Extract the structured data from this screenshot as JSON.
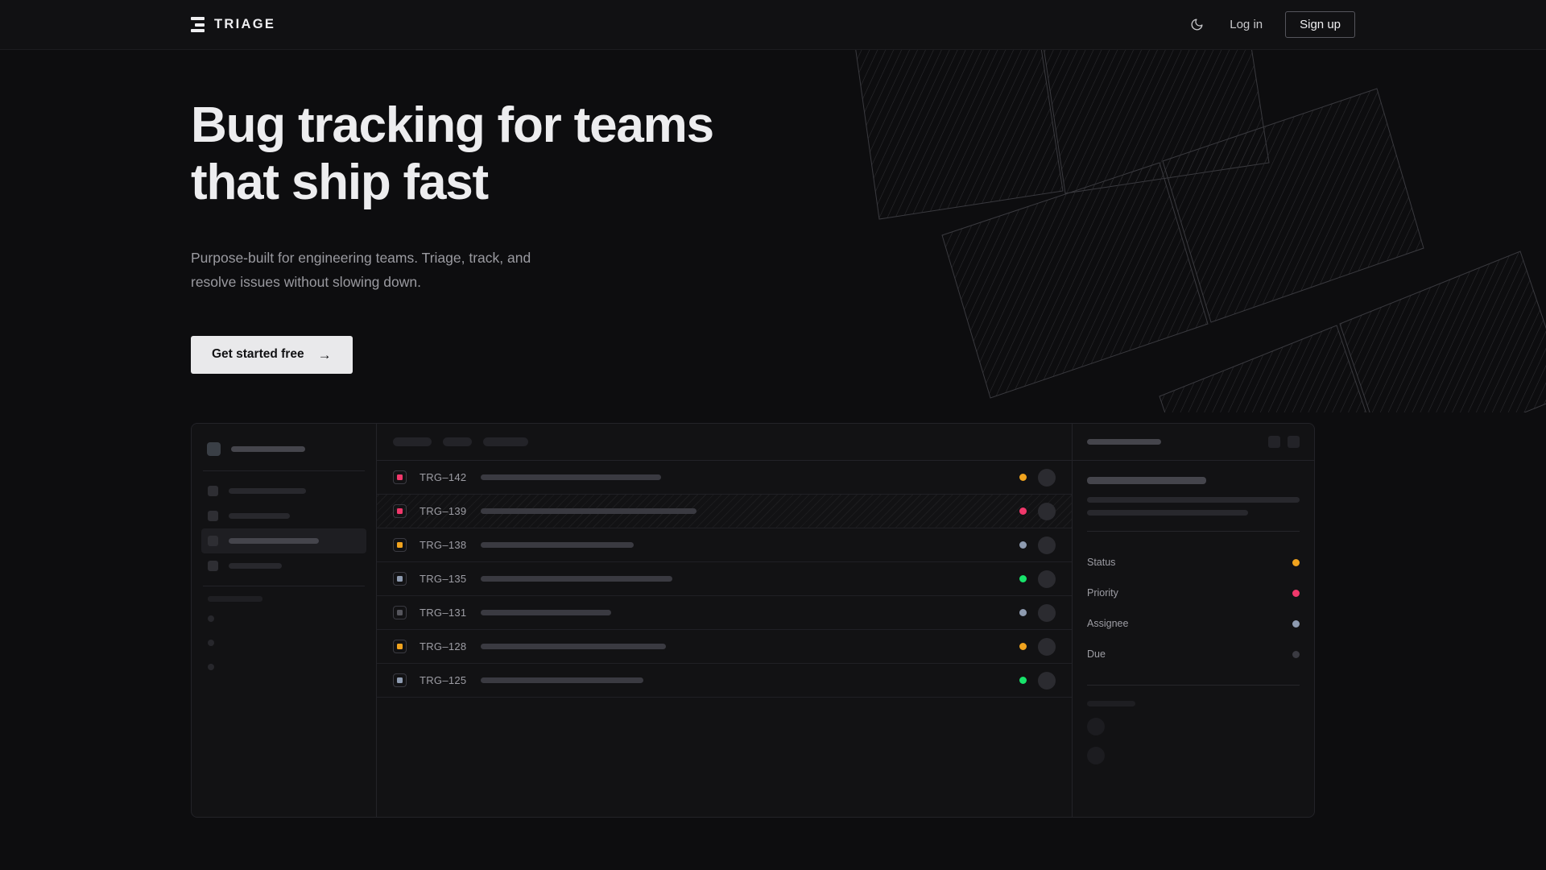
{
  "brand": {
    "name": "TRIAGE",
    "mark_icon": "stacked-bars-logo-icon"
  },
  "nav": {
    "theme_toggle_icon": "moon-icon",
    "login_label": "Log in",
    "signup_label": "Sign up"
  },
  "hero": {
    "title_line1": "Bug tracking for teams",
    "title_line2": "that ship fast",
    "subtitle": "Purpose-built for engineering teams. Triage, track, and resolve issues without slowing down.",
    "cta_label": "Get started free",
    "cta_arrow": "→"
  },
  "colors": {
    "page_bg": "#0d0d0f",
    "topbar_bg": "#111113",
    "card_bg": "#121214",
    "border": "#232328",
    "text_primary": "#ededef",
    "text_muted": "#9a9aa0",
    "cta_bg": "#e9e9eb",
    "status_orange": "#f0a31e",
    "status_pink": "#f0386b",
    "status_blue_gray": "#8e9bb0",
    "status_green": "#18e36b",
    "status_gray": "#3a3a41"
  },
  "mockup": {
    "sidebar": {
      "workspace_width": 92,
      "items": [
        {
          "width": 96,
          "active": false
        },
        {
          "width": 76,
          "active": false
        },
        {
          "width": 112,
          "active": true
        },
        {
          "width": 66,
          "active": false
        }
      ],
      "mini_items": 3
    },
    "list": {
      "toolbar_pills": [
        48,
        36,
        56
      ],
      "rows": [
        {
          "id": "TRG–142",
          "priority_color": "#f0386b",
          "title_width": 224,
          "status_color": "#f0a31e",
          "hatched": false
        },
        {
          "id": "TRG–139",
          "priority_color": "#f0386b",
          "title_width": 268,
          "status_color": "#f0386b",
          "hatched": true
        },
        {
          "id": "TRG–138",
          "priority_color": "#f0a31e",
          "title_width": 190,
          "status_color": "#8e9bb0",
          "hatched": false
        },
        {
          "id": "TRG–135",
          "priority_color": "#8e9bb0",
          "title_width": 238,
          "status_color": "#18e36b",
          "hatched": false
        },
        {
          "id": "TRG–131",
          "priority_color": "#55555c",
          "title_width": 162,
          "status_color": "#8e9bb0",
          "hatched": false
        },
        {
          "id": "TRG–128",
          "priority_color": "#f0a31e",
          "title_width": 230,
          "status_color": "#f0a31e",
          "hatched": false
        },
        {
          "id": "TRG–125",
          "priority_color": "#8e9bb0",
          "title_width": 202,
          "status_color": "#18e36b",
          "hatched": false
        }
      ]
    },
    "detail": {
      "header_skeleton_width": 92,
      "action_buttons": 2,
      "title_skeleton_width": 148,
      "body_skeleton_widths": [
        264,
        200
      ],
      "meta": [
        {
          "label": "Status",
          "dot_color": "#f0a31e"
        },
        {
          "label": "Priority",
          "dot_color": "#f0386b"
        },
        {
          "label": "Assignee",
          "dot_color": "#8e9bb0"
        },
        {
          "label": "Due",
          "dot_color": "#3a3a41"
        }
      ],
      "activity_label_width": 60,
      "activity_items": 2
    }
  }
}
